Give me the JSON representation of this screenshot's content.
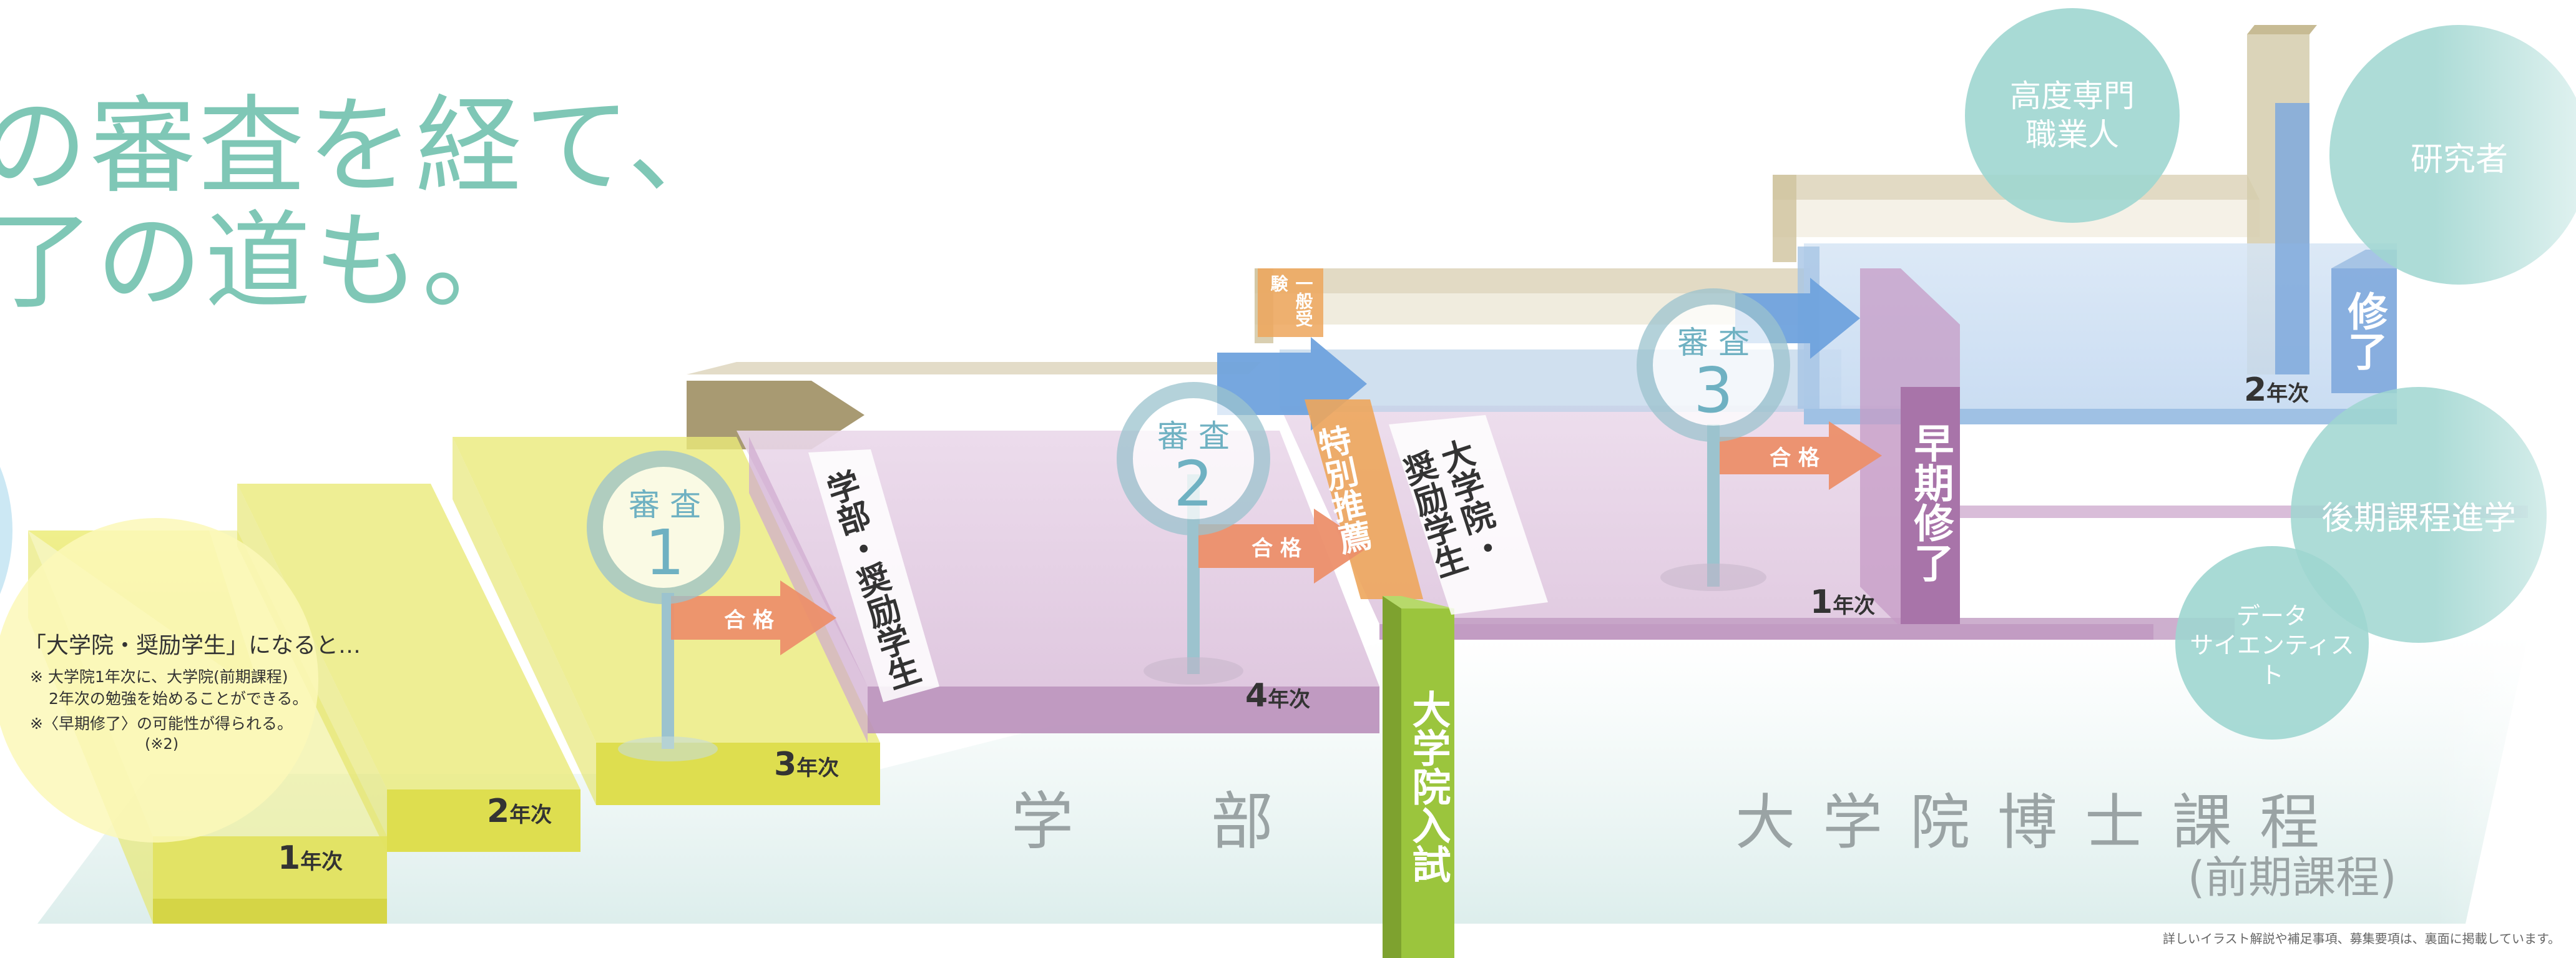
{
  "colors": {
    "yellow": "#e4e45a",
    "purple": "#c9a3c9",
    "blue": "#a9c9ea",
    "tan": "#c8bfa3",
    "teal_circle": "#9fd6d0",
    "review_ring": "#9cc3ce",
    "arrow_orange": "#ec8f6a",
    "arrow_blue": "#6fa2dd",
    "green": "#9bc53d",
    "orange_band": "#eda65c"
  },
  "headline": {
    "line1": "の審査を経て、",
    "line2": "了の道も。"
  },
  "careers": [
    {
      "label": "高度専門\n職業人"
    },
    {
      "label": "研究者"
    },
    {
      "label": "後期課程進学"
    },
    {
      "label": "データ\nサイエンティスト"
    }
  ],
  "note": {
    "title": "「大学院・奨励学生」になると…",
    "line1": "※ 大学院1年次に、大学院(前期課程)",
    "line2": "2年次の勉強を始めることができる。",
    "line3": "※〈早期修了〉の可能性が得られる。",
    "ref": "(※2)"
  },
  "steps": {
    "y1": {
      "num": "1",
      "suffix": "年次"
    },
    "y2": {
      "num": "2",
      "suffix": "年次"
    },
    "y3": {
      "num": "3",
      "suffix": "年次"
    },
    "y4": {
      "num": "4",
      "suffix": "年次"
    },
    "g1": {
      "num": "1",
      "suffix": "年次"
    },
    "g2": {
      "num": "2",
      "suffix": "年次"
    }
  },
  "reviews": [
    {
      "title": "審 査",
      "num": "1"
    },
    {
      "title": "審 査",
      "num": "2"
    },
    {
      "title": "審 査",
      "num": "3"
    }
  ],
  "pass_label": "合 格",
  "labels": {
    "undergrad_scholar": "学部・奨励学生",
    "grad_scholar_line1": "大学院・",
    "grad_scholar_line2": "奨励学生",
    "special_recommend": "特別推薦",
    "general_exam": "一般受験",
    "grad_exam": "大学院入試",
    "early_completion": "早期修了",
    "completion": "修了"
  },
  "sections": {
    "undergrad": "学　部",
    "grad": "大学院博士課程",
    "grad_sub": "(前期課程)"
  },
  "footer": "詳しいイラスト解説や補足事項、募集要項は、裏面に掲載しています。"
}
